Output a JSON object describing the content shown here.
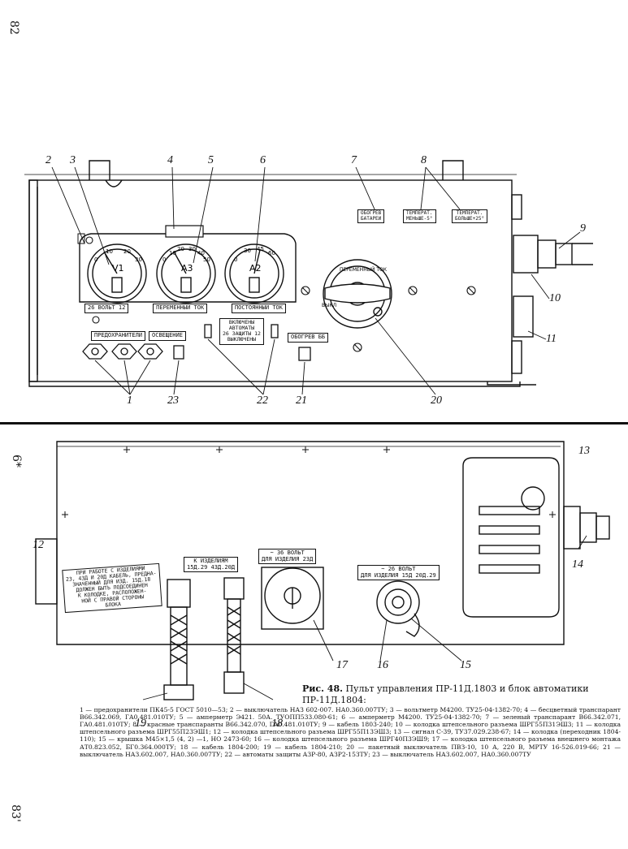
{
  "page_numbers": {
    "top": "82",
    "middle": "6*",
    "bottom": "83'"
  },
  "top_panel": {
    "meter_labels": {
      "v1": "V1",
      "a3": "A3",
      "a2": "A2"
    },
    "scales": {
      "v1": [
        "0",
        "10",
        "20",
        "30"
      ],
      "a3": [
        "0",
        "10",
        "20",
        "30",
        "40",
        "50"
      ],
      "a2": [
        "0",
        "30",
        "45",
        "60"
      ]
    },
    "strip": [
      "26 ВОЛЬТ 12",
      "ПЕРЕМЕННЫЙ ТОК",
      "ПОСТОЯННЫЙ ТОК"
    ],
    "fuses_label": "ПРЕДОХРАНИТЕЛИ",
    "light_label": "ОСВЕЩЕНИЕ",
    "automata_label": [
      "ВКЛЮЧЕНЫ",
      "АВТОМАТЫ",
      "26 ЗАЩИТЫ 12",
      "ВЫКЛЮЧЕНЫ"
    ],
    "heat_label": "ОБОГРЕВ ББ",
    "transparants": [
      [
        "ОБОГРЕВ",
        "БАТАРЕИ"
      ],
      [
        "ТЕМПЕРАТ.",
        "МЕНЬШЕ-5°"
      ],
      [
        "ТЕМПЕРАТ.",
        "БОЛЬШЕ+25°"
      ]
    ],
    "switch_labels": {
      "left": "ВЫКЛ",
      "right": "ПЕРЕМЕННЫЙ ТОК"
    },
    "callouts": [
      "2",
      "3",
      "4",
      "5",
      "6",
      "7",
      "8",
      "9",
      "10",
      "11",
      "1",
      "23",
      "22",
      "21",
      "20"
    ]
  },
  "bottom_block": {
    "warning_plate": [
      "ПРИ РАБОТЕ С ИЗДЕЛИЯМИ",
      "23, 43Д И 20Д КАБЕЛЬ, ПРЕДНА-",
      "ЗНАЧЕННЫЙ ДЛЯ ИЗД. 15Д.18",
      "ДОЛЖЕН БЫТЬ ПОДСОЕДИНЕН",
      "К КОЛОДКЕ, РАСПОЛОЖЕН-",
      "НОЙ С ПРАВОЙ СТОРОНЫ",
      "БЛОКА"
    ],
    "plate_izd": [
      "К ИЗДЕЛИЯМ",
      "15Д.29   43Д.20Д"
    ],
    "plate_v1": [
      "~ 36 ВОЛЬТ",
      "ДЛЯ ИЗДЕЛИЯ 23Д"
    ],
    "plate_v2": [
      "~ 26 ВОЛЬТ",
      "ДЛЯ ИЗДЕЛИЯ 15Д 20Д.29"
    ],
    "callouts": [
      "13",
      "12",
      "14",
      "17",
      "16",
      "15",
      "19",
      "18"
    ]
  },
  "caption": {
    "fig_label": "Рис. 48.",
    "title": "Пульт управления ПР-11Д.1803 и блок автоматики ПР-11Д.1804:",
    "body": "1 — предохранители ПК45-5 ГОСТ 5010—53; 2 — выключатель НАЗ 602-007. НА0.360.007ТУ; 3 — вольтметр М4200. ТУ25-04-1382-70; 4 — бесцветный транспарант В66.342.069, ГА0.481.010ТУ; 5 — амперметр Э421. 50А. ТУОПП533.080-61; 6 — амперметр М4200. ТУ25-04-1382-70; 7 — зеленый транспарант В66.342.071, ГА0.481.010ТУ; 8 — красные транспаранты В66.342.070, ГА0.481.010ТУ; 9 — кабель 1803-240; 10 — колодка штепсельного разъема ШРГ55П31ЭШ3; 11 — колодка штепсельного разъема ШРГ55П23ЭШ1; 12 — колодка штепсельного разъема ШРГ55П13ЭШ3; 13 — сигнал С-39, ТУ37.029.238-67; 14 — колодка (переходник 1804-110); 15 — крышка М45×1,5 (4, 2) —1, НО 2473-60; 16 — колодка штепсельного разъема ШРГ40П3ЭШ9; 17 — колодка штепсельного разъема внешнего монтажа АТ0.823.052, БГ0.364.000ТУ; 18 — кабель 1804-200; 19 — кабель 1804-210; 20 — пакетный выключатель ПВЗ-10, 10 А, 220 В, МРТУ 16-526.019-66; 21 — выключатель НАЗ.602.007, НА0.360.007ТУ; 22 — автоматы защиты АЗР-80, АЗР2-15ЗТУ; 23 — выключатель НАЗ.602.007, НА0.360.007ТУ"
  }
}
